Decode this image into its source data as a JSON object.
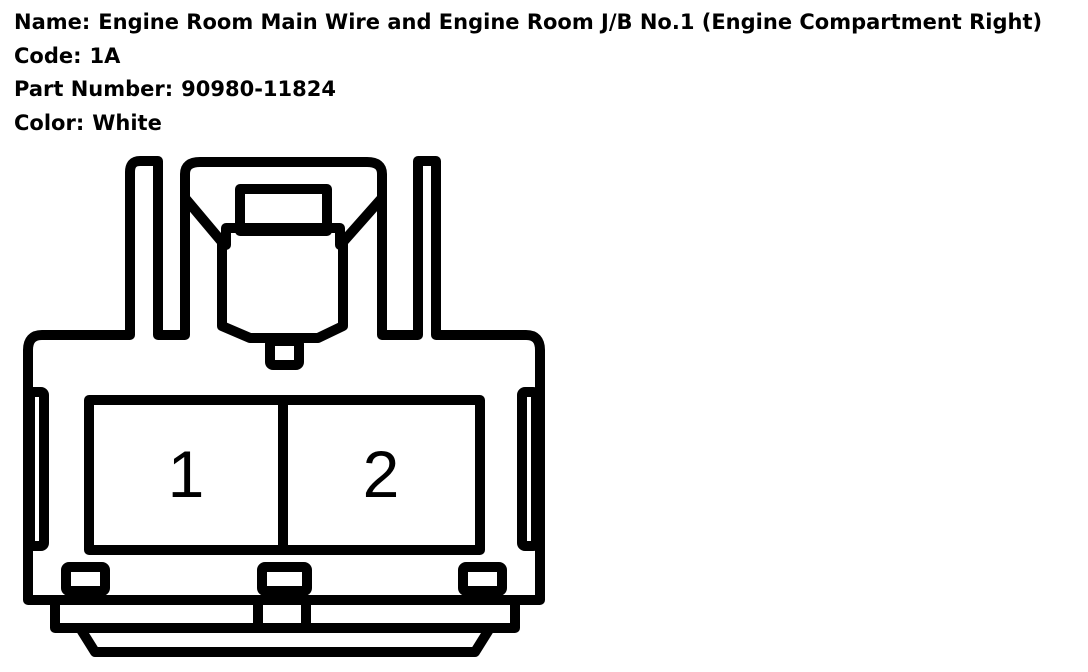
{
  "info": {
    "name_label": "Name:",
    "name_value": "Engine Room Main Wire and Engine Room J/B No.1 (Engine Compartment Right)",
    "code_label": "Code:",
    "code_value": "1A",
    "part_label": "Part Number:",
    "part_value": "90980-11824",
    "color_label": "Color:",
    "color_value": "White"
  },
  "connector": {
    "pins": [
      {
        "number": "1"
      },
      {
        "number": "2"
      }
    ]
  }
}
